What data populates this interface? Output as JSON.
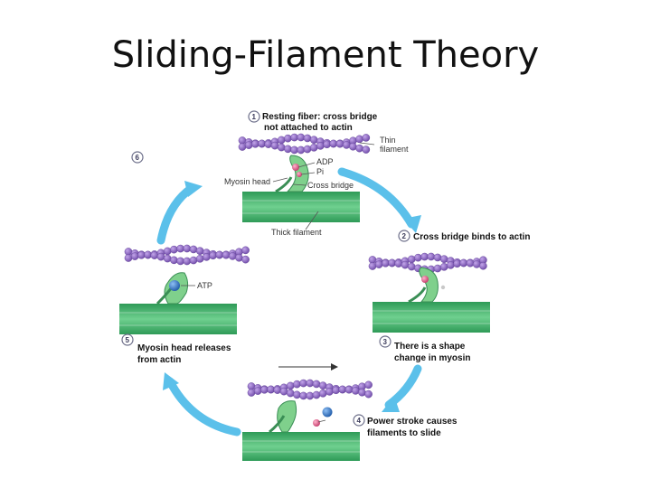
{
  "title": "Sliding-Filament Theory",
  "steps": [
    {
      "num": "1",
      "lines": [
        "Resting fiber: cross bridge",
        "not attached to actin"
      ]
    },
    {
      "num": "2",
      "lines": [
        "Cross bridge binds to actin"
      ]
    },
    {
      "num": "3",
      "lines": [
        "There is a shape",
        "change in myosin"
      ]
    },
    {
      "num": "4",
      "lines": [
        "Power stroke causes",
        "filaments to slide"
      ]
    },
    {
      "num": "5",
      "lines": [
        "Myosin head releases",
        "from actin"
      ]
    },
    {
      "num": "6",
      "lines": []
    }
  ],
  "labels": {
    "thin_filament": [
      "Thin",
      "filament"
    ],
    "adp": "ADP",
    "pi": "Pi",
    "myosin_head": "Myosin head",
    "cross_bridge": "Cross bridge",
    "thick_filament": "Thick filament",
    "atp": "ATP"
  },
  "colors": {
    "actin": "#8e67c4",
    "actin_dark": "#5e3f95",
    "myosin_head": "#7fd08c",
    "thick_filament": "#43b06c",
    "arrow": "#5bc0ea",
    "adp": "#e05a86",
    "atp": "#2f74c8"
  }
}
